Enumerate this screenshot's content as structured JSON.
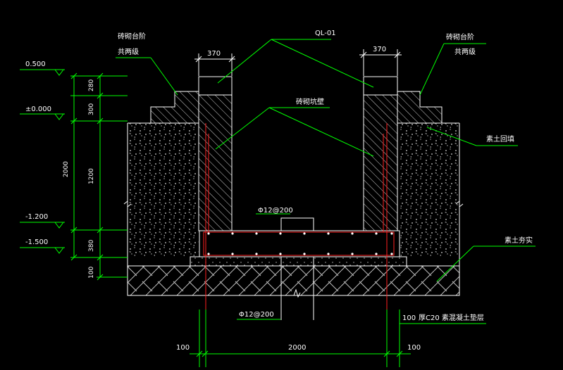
{
  "labels": {
    "step_left_1": "砖砌台阶",
    "step_left_2": "共两级",
    "step_right_1": "砖砌台阶",
    "step_right_2": "共两级",
    "ql": "QL-01",
    "pit_wall": "砖砌坑壁",
    "backfill": "素土回填",
    "compacted": "素土夯实",
    "rebar_top": "Φ12@200",
    "rebar_bottom": "Φ12@200",
    "cushion_num": "100",
    "cushion_text": "厚C20 素混凝土垫层"
  },
  "elevations": [
    "0.500",
    "±0.000",
    "-1.200",
    "-1.500"
  ],
  "dims": {
    "wall_left": "370",
    "wall_right": "370",
    "v280": "280",
    "v300": "300",
    "v1200": "1200",
    "v2000": "2000",
    "v380": "380",
    "v100": "100",
    "b100_left": "100",
    "b2000": "2000",
    "b100_right": "100"
  },
  "colors": {
    "background": "#000000",
    "line": "#ffffff",
    "leader": "#00ff00",
    "rebar": "#ff2020"
  }
}
